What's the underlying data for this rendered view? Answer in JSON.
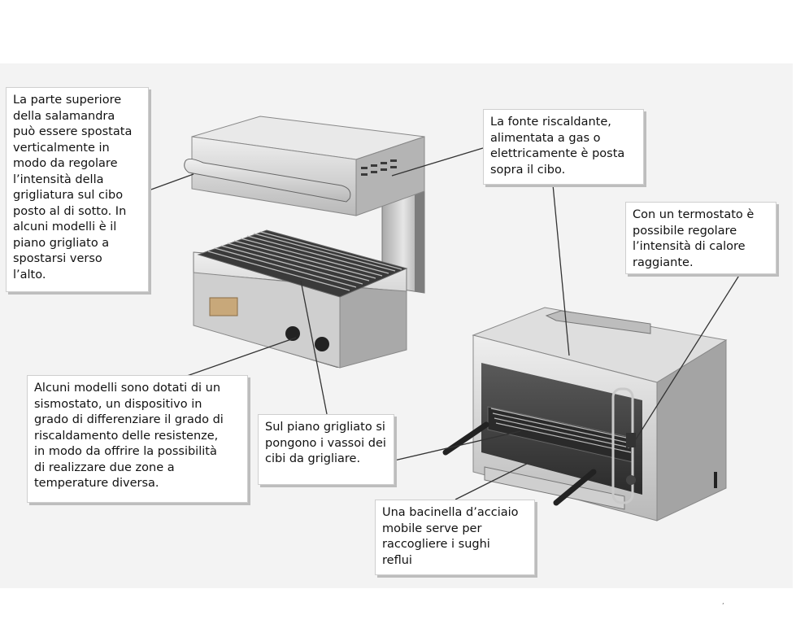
{
  "callouts": {
    "top_part": "La parte superiore\ndella salamandra\npuò essere spostata\nverticalmente in\nmodo da regolare\nl’intensità della\ngrigliatura sul cibo\nposto al di sotto. In\nalcuni modelli è il\npiano grigliato a\nspostarsi verso\nl’alto.",
    "heat_source": "La fonte riscaldante,\nalimentata a gas o\nelettricamente è posta\nsopra il cibo.",
    "thermostat": "Con un termostato è\npossibile regolare\nl’intensità di calore\nraggiante.",
    "sismostato": "Alcuni modelli sono dotati di un\nsismostato, un dispositivo in\ngrado di differenziare il grado di\nriscaldamento delle resistenze,\nin modo da offrire la possibilità\ndi realizzare due zone a\ntemperature diversa.",
    "grill_plate": "Sul piano grigliato si\npongono i vassoi dei\ncibi da grigliare.",
    "drip_tray": "Una bacinella d’acciaio\nmobile serve per\nraccogliere i sughi\nreflui"
  },
  "colors": {
    "background": "#ffffff",
    "panel": "#f3f3f3",
    "steel_light": "#dcdcdc",
    "steel_dark": "#8a8a8a",
    "leader_line": "#333333"
  },
  "icons": [
    "salamander-upper",
    "salamander-lower"
  ],
  "footer_mark": "‚"
}
